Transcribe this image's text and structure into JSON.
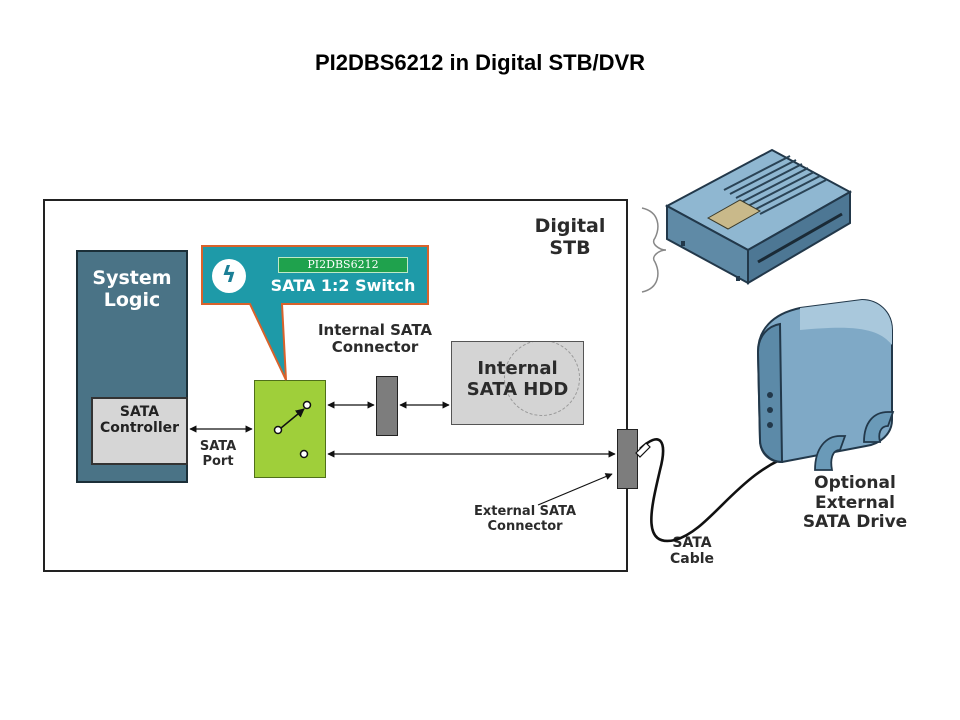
{
  "title": "PI2DBS6212 in Digital STB/DVR",
  "labels": {
    "stb": "Digital STB",
    "system_logic": "System Logic",
    "sata_controller": "SATA Controller",
    "sata_port": "SATA Port",
    "internal_connector": "Internal SATA Connector",
    "internal_hdd": "Internal SATA HDD",
    "external_connector": "External SATA Connector",
    "sata_cable": "SATA Cable",
    "optional_drive": "Optional External SATA Drive"
  },
  "callout": {
    "part_number": "PI2DBS6212",
    "title": "SATA 1:2 Switch",
    "logo_glyph": "ϟ"
  },
  "colors": {
    "system_logic": "#4a7386",
    "switch": "#9fcf3a",
    "callout_bg": "#1e9aa8",
    "callout_border": "#d9622b",
    "connector": "#7d7d7d",
    "device_body": "#6a9ab8"
  }
}
